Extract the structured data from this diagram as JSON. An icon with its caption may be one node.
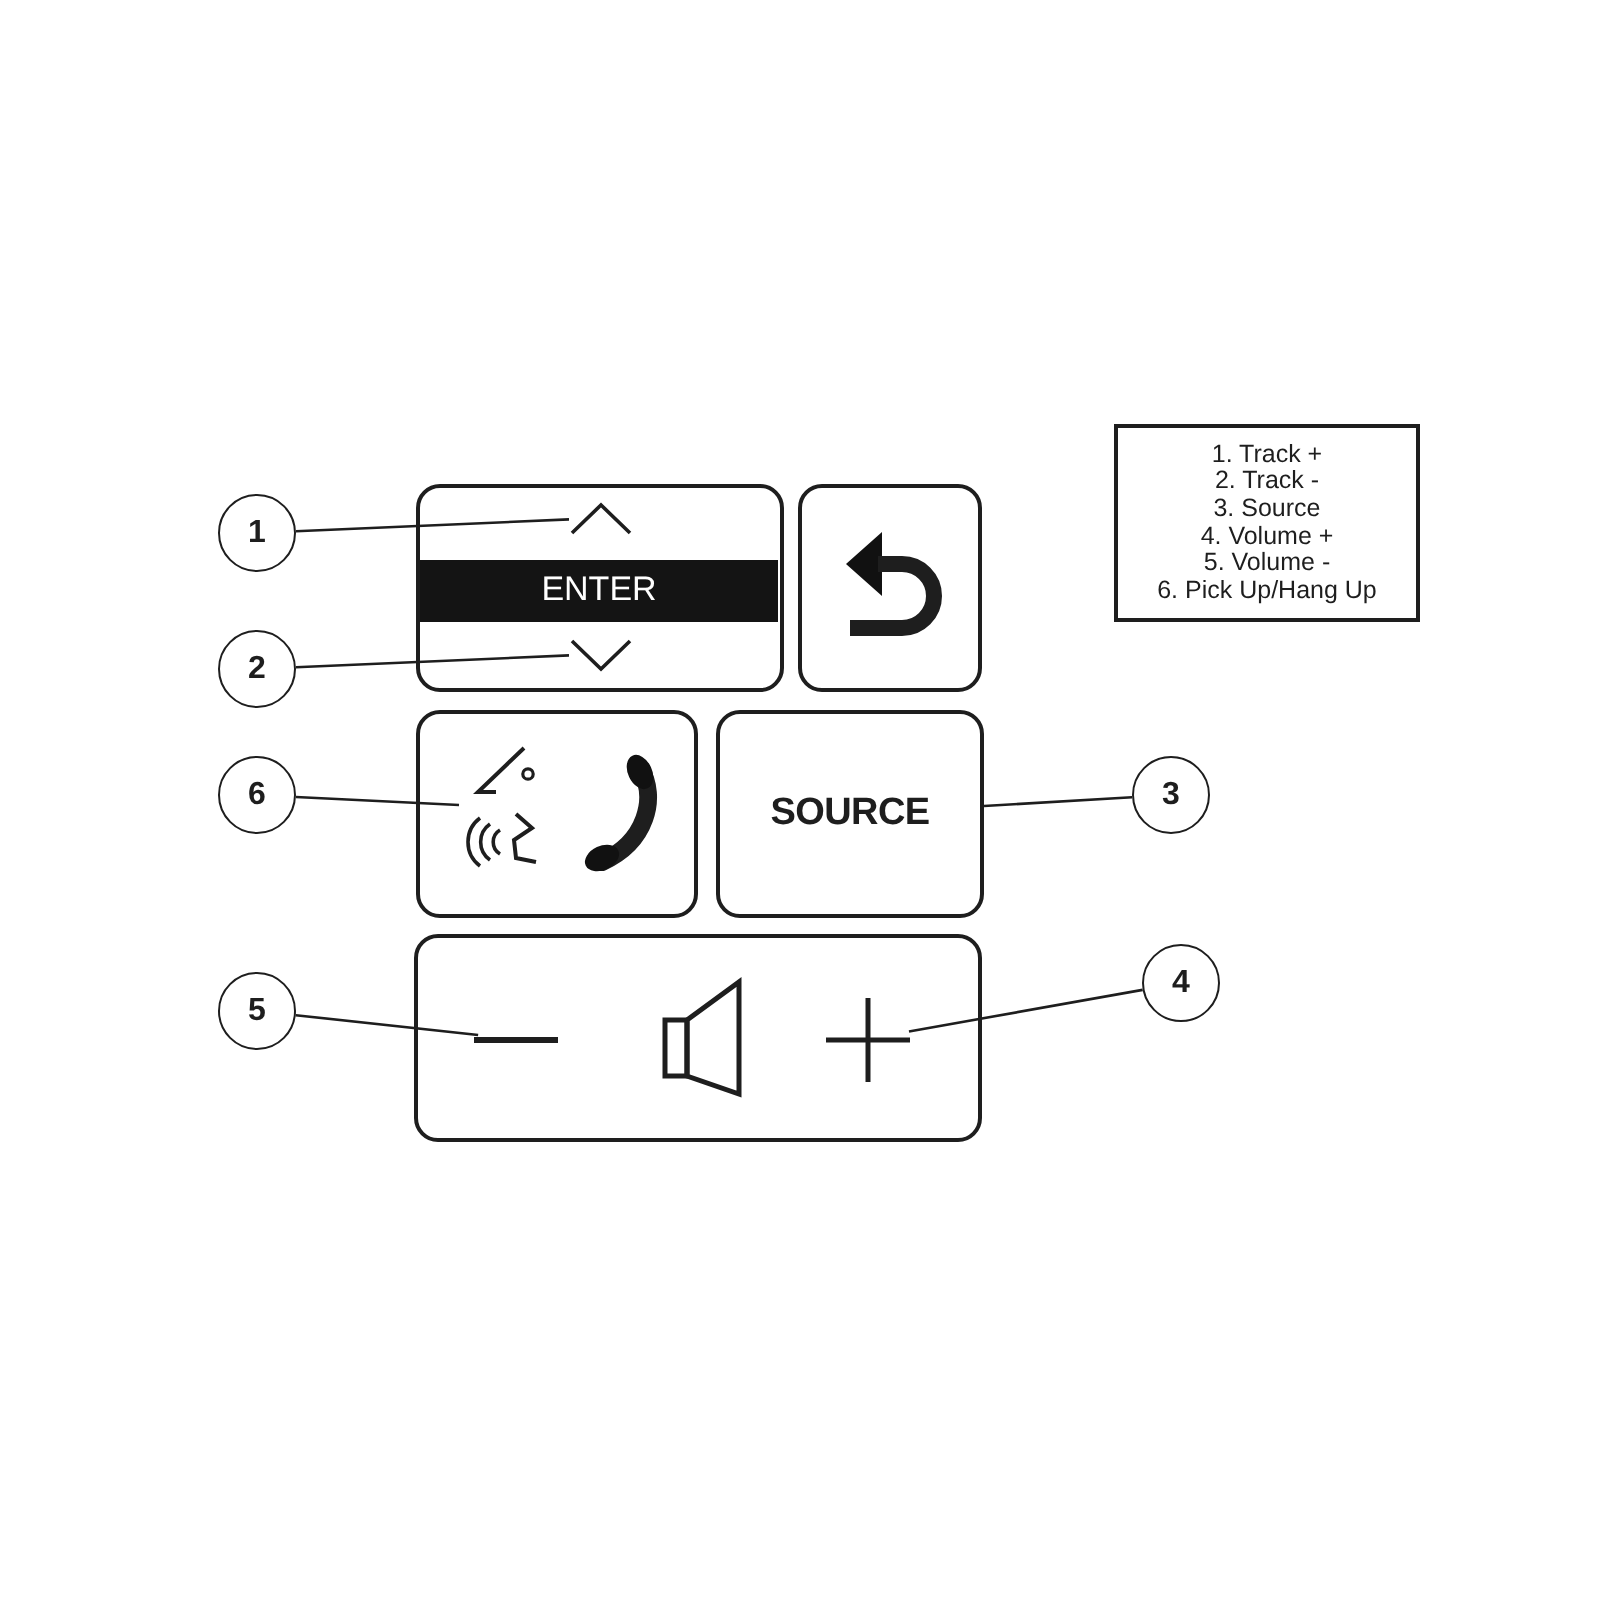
{
  "diagram": {
    "nodes": [
      {
        "text": [
          "1"
        ]
      },
      {
        "text": [],
        "shape": "box"
      },
      {
        "text": [],
        "shape": "chevron",
        "in": 1
      },
      {
        "text": [
          "ENTER"
        ],
        "in": 1
      },
      {
        "text": [],
        "shape": "chevron",
        "in": 1
      },
      {
        "text": [],
        "shape": "box"
      },
      {
        "text": [
          "2"
        ]
      },
      {
        "text": [
          "6"
        ]
      },
      {
        "text": [],
        "shape": "box"
      },
      {
        "text": [],
        "shape": "picture",
        "in": 8
      },
      {
        "text": [
          "SOURCE"
        ]
      },
      {
        "text": [
          "3"
        ]
      },
      {
        "text": [
          "5"
        ]
      },
      {
        "text": [],
        "shape": "box"
      },
      {
        "text": [],
        "shape": "minus",
        "in": 13
      },
      {
        "text": [],
        "shape": "plus",
        "in": 13
      },
      {
        "text": [
          "4"
        ]
      },
      {
        "text": [
          "1. Track +",
          "2. Track -",
          "3. Source",
          "4. Volume +",
          "5. Volume -",
          "6. Pick Up/Hang Up"
        ]
      }
    ],
    "edges": [
      {
        "from": 0,
        "to": 2,
        "arrow": "none"
      },
      {
        "from": 6,
        "to": 4,
        "arrow": "none"
      },
      {
        "from": 7,
        "to": 9,
        "arrow": "none"
      },
      {
        "from": 11,
        "to": 10,
        "arrow": "none"
      },
      {
        "from": 12,
        "to": 14,
        "arrow": "none"
      },
      {
        "from": 16,
        "to": 15,
        "arrow": "none"
      }
    ]
  }
}
